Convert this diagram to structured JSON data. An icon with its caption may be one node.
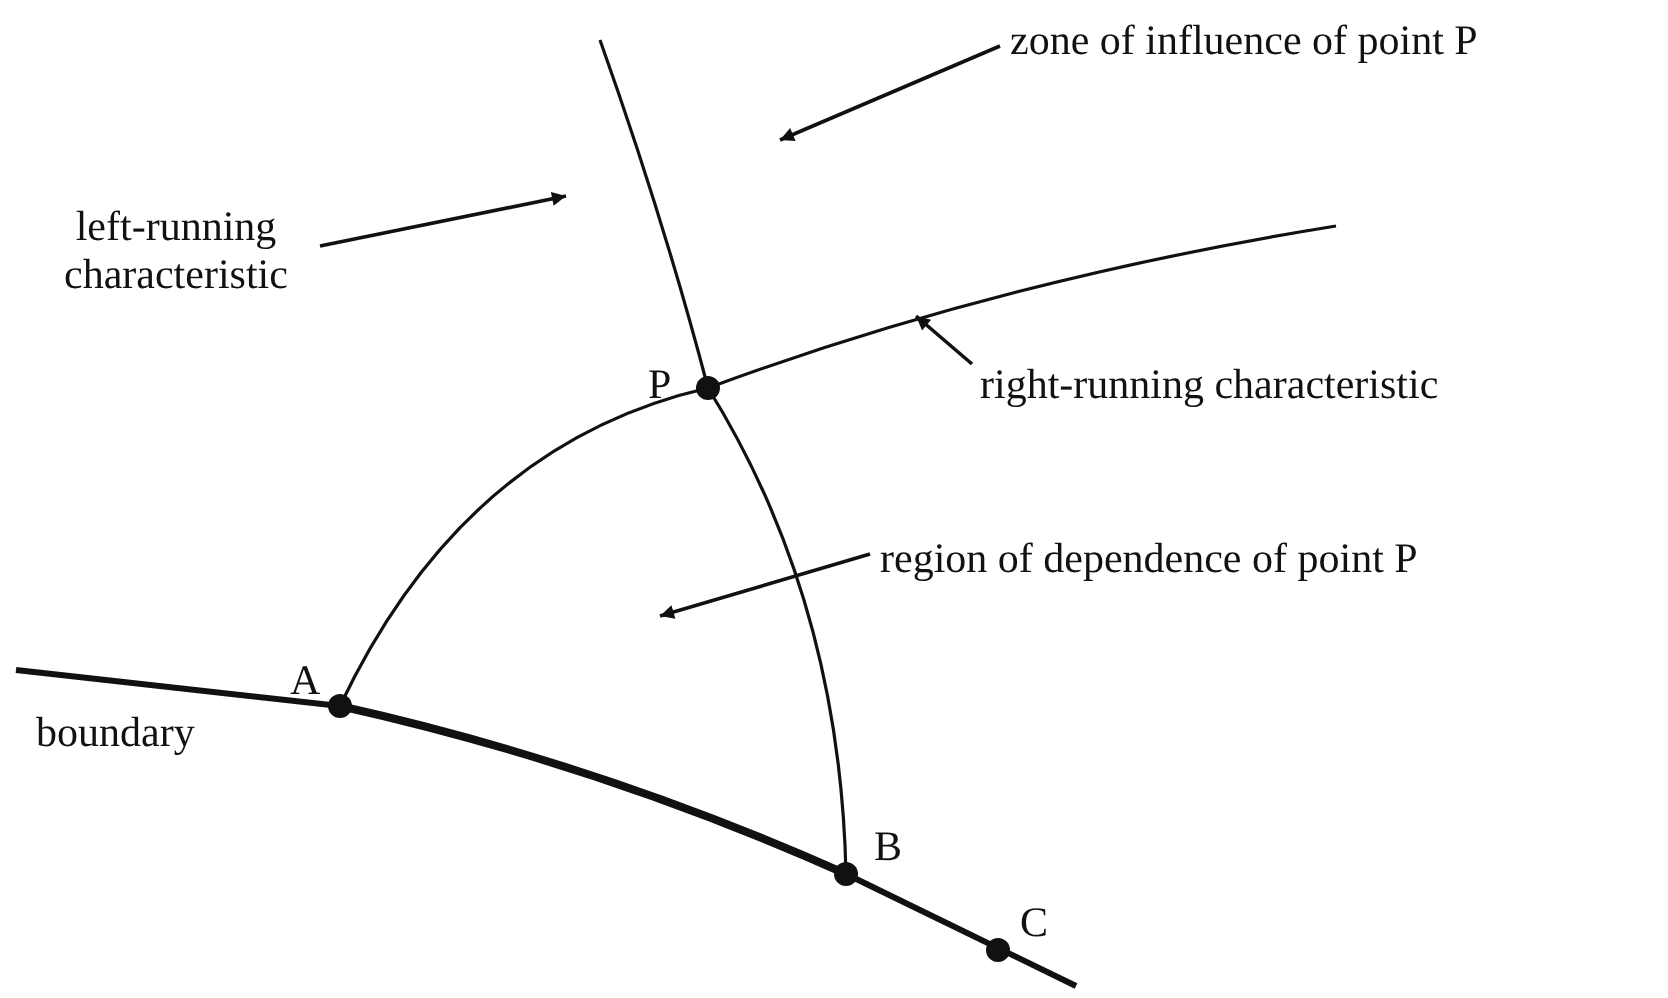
{
  "diagram": {
    "nodes": [
      {
        "text": [
          "zone of influence of point P"
        ]
      },
      {
        "text": [
          "left-running characteristic"
        ]
      },
      {
        "text": [
          "right-running characteristic"
        ]
      },
      {
        "text": [
          "region of dependence of point P"
        ]
      }
    ],
    "edges": [
      {
        "from": 0,
        "to": null,
        "arrow": "to"
      },
      {
        "from": 1,
        "to": null,
        "arrow": "to"
      },
      {
        "from": 2,
        "to": null,
        "arrow": "to"
      },
      {
        "from": 3,
        "to": null,
        "arrow": "to"
      }
    ],
    "labels": [
      "P",
      "A",
      "boundary",
      "B",
      "C"
    ]
  }
}
